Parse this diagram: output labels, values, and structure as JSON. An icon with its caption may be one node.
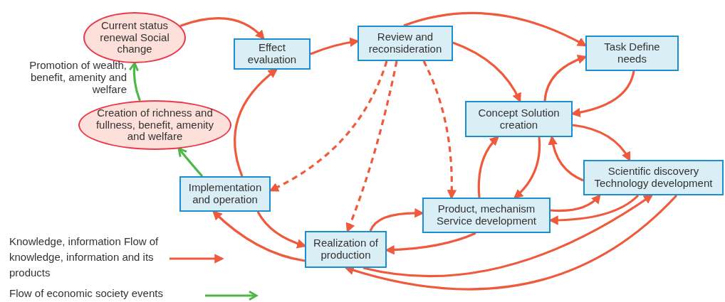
{
  "diagram": {
    "nodes": [
      {
        "text": [
          "Current status renewal Social change"
        ]
      },
      {
        "text": [
          "Creation of richness and fullness, benefit, amenity and welfare"
        ]
      },
      {
        "text": [
          "Effect evaluation"
        ]
      },
      {
        "text": [
          "Review and reconsideration"
        ]
      },
      {
        "text": [
          "Task Define needs"
        ]
      },
      {
        "text": [
          "Concept Solution creation"
        ]
      },
      {
        "text": [
          "Implementation and operation"
        ]
      },
      {
        "text": [
          "Scientific discovery Technology development"
        ]
      },
      {
        "text": [
          "Product, mechanism Service development"
        ]
      },
      {
        "text": [
          "Realization of production"
        ]
      }
    ],
    "edges": [
      {
        "from": 0,
        "to": 2,
        "arrow": "to"
      },
      {
        "from": 1,
        "to": 0,
        "arrow": "to",
        "label": "Promotion of wealth, benefit, amenity and welfare",
        "color": "#4cb848"
      },
      {
        "from": 6,
        "to": 1,
        "arrow": "to",
        "color": "#4cb848"
      },
      {
        "from": 2,
        "to": 3,
        "arrow": "to"
      },
      {
        "from": 6,
        "to": 2,
        "arrow": "to"
      },
      {
        "from": 3,
        "to": 4,
        "arrow": "to"
      },
      {
        "from": 3,
        "to": 5,
        "arrow": "to"
      },
      {
        "from": 3,
        "to": 6,
        "arrow": "to",
        "style": "dashed"
      },
      {
        "from": 3,
        "to": 9,
        "arrow": "to",
        "style": "dashed"
      },
      {
        "from": 3,
        "to": 8,
        "arrow": "to",
        "style": "dashed"
      },
      {
        "from": 4,
        "to": 5,
        "arrow": "to"
      },
      {
        "from": 5,
        "to": 4,
        "arrow": "to"
      },
      {
        "from": 5,
        "to": 7,
        "arrow": "to"
      },
      {
        "from": 7,
        "to": 5,
        "arrow": "to"
      },
      {
        "from": 8,
        "to": 5,
        "arrow": "to"
      },
      {
        "from": 5,
        "to": 8,
        "arrow": "to"
      },
      {
        "from": 8,
        "to": 7,
        "arrow": "to"
      },
      {
        "from": 7,
        "to": 8,
        "arrow": "to"
      },
      {
        "from": 9,
        "to": 8,
        "arrow": "to"
      },
      {
        "from": 8,
        "to": 9,
        "arrow": "to"
      },
      {
        "from": 9,
        "to": 7,
        "arrow": "to"
      },
      {
        "from": 7,
        "to": 9,
        "arrow": "to"
      },
      {
        "from": 6,
        "to": 9,
        "arrow": "to"
      },
      {
        "from": 9,
        "to": 6,
        "arrow": "to"
      }
    ],
    "legend": [
      {
        "text": "Knowledge, information Flow of knowledge, information and its products"
      },
      {
        "text": "Flow of economic society events"
      }
    ]
  }
}
